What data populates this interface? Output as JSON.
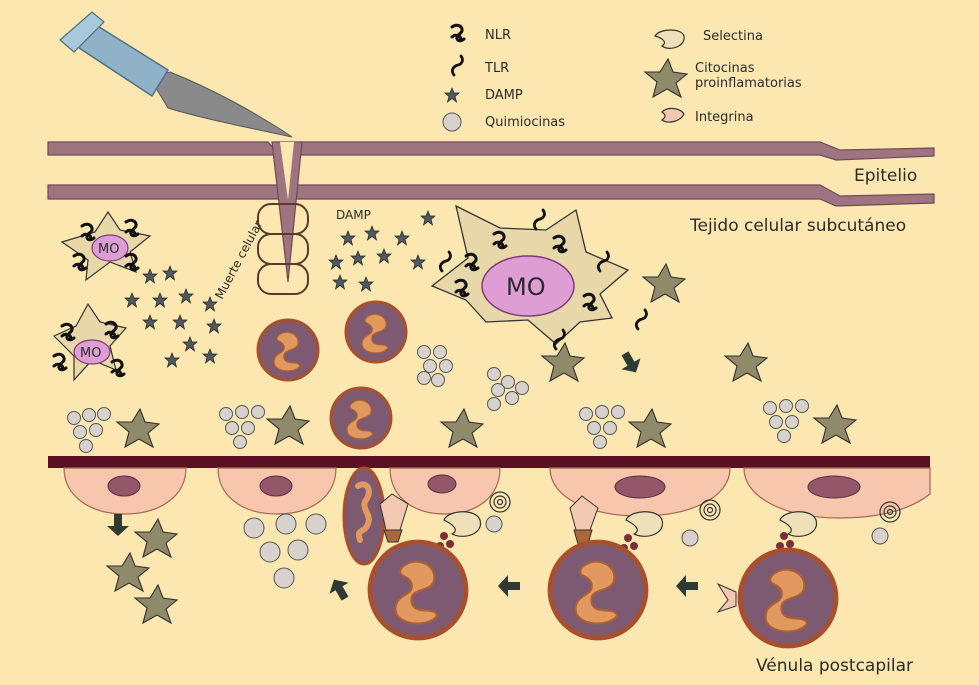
{
  "legend": {
    "nlr": "NLR",
    "tlr": "TLR",
    "damp": "DAMP",
    "quimiocinas": "Quimiocinas",
    "selectina": "Selectina",
    "citocinas_line1": "Citocinas",
    "citocinas_line2": "proinflamatorias",
    "integrina": "Integrina"
  },
  "labels": {
    "epitelio": "Epitelio",
    "tejido": "Tejido celular subcutáneo",
    "muerte": "Muerte celular",
    "damp": "DAMP",
    "mo": "MO",
    "venula": "Vénula postcapilar"
  }
}
